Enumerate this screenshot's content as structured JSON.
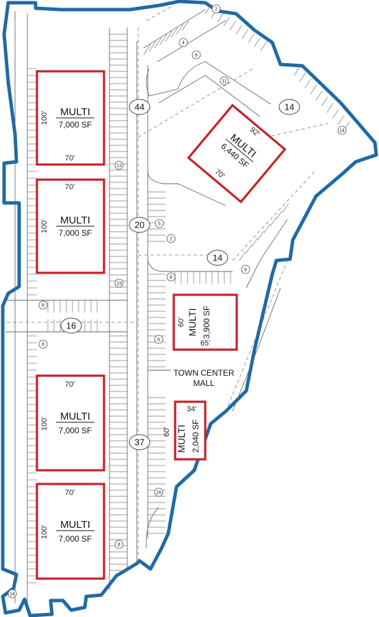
{
  "buildings": [
    {
      "id": "b1",
      "name": "MULTI",
      "area": "7,000 SF",
      "dims": [
        "100'",
        "70'"
      ]
    },
    {
      "id": "b2",
      "name": "MULTI",
      "area": "7,000 SF",
      "dims": [
        "70'",
        "100'"
      ]
    },
    {
      "id": "b3",
      "name": "MULTI",
      "area": "6,440 SF",
      "dims": [
        "92'",
        "70'"
      ]
    },
    {
      "id": "b4",
      "name": "MULTI",
      "area": "3,900 SF",
      "dims": [
        "60'",
        "65'"
      ]
    },
    {
      "id": "b5",
      "name": "MULTI",
      "area": "7,000 SF",
      "dims": [
        "70'",
        "100'"
      ]
    },
    {
      "id": "b6",
      "name": "MULTI",
      "area": "2,040 SF",
      "dims": [
        "34'",
        "60'"
      ]
    },
    {
      "id": "b7",
      "name": "MULTI",
      "area": "7,000 SF",
      "dims": [
        "70'",
        "100'"
      ]
    }
  ],
  "parking_totals": [
    "44",
    "14",
    "20",
    "14",
    "16",
    "37"
  ],
  "stall_counts": [
    "2",
    "4",
    "6",
    "11",
    "14",
    "13",
    "5",
    "2",
    "8",
    "6",
    "13",
    "8",
    "8",
    "6",
    "16",
    "8",
    "14"
  ],
  "mall_label": "TOWN CENTER\nMALL",
  "colors": {
    "boundary": "#1f6aa5",
    "building": "#c8202a",
    "lines": "#777777"
  }
}
